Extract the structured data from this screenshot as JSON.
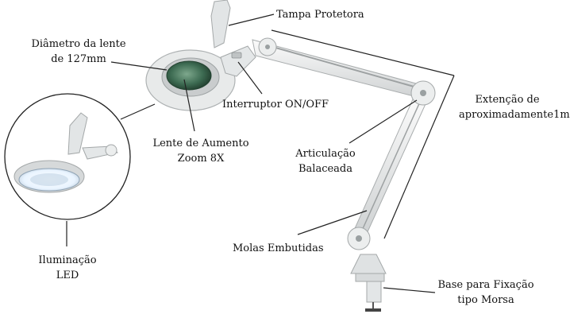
{
  "labels": {
    "tampa": {
      "lines": [
        "Tampa Protetora"
      ]
    },
    "diametro": {
      "lines": [
        "Diâmetro da lente",
        "de 127mm"
      ]
    },
    "interruptor": {
      "lines": [
        "Interruptor ON/OFF"
      ]
    },
    "lente": {
      "lines": [
        "Lente de Aumento",
        "Zoom 8X"
      ]
    },
    "extensao": {
      "lines": [
        "Extenção de",
        "aproximadamente1m"
      ]
    },
    "articulacao": {
      "lines": [
        "Articulação",
        "Balaceada"
      ]
    },
    "molas": {
      "lines": [
        "Molas Embutidas"
      ]
    },
    "iluminacao": {
      "lines": [
        "Iluminação",
        "LED"
      ]
    },
    "base": {
      "lines": [
        "Base para Fixação",
        "tipo Morsa"
      ]
    }
  },
  "colors": {
    "lamp_body": "#e8eaea",
    "lamp_shade": "#c9cccd",
    "lens": "#3d6b52",
    "led_glow": "#e9f4ff",
    "leader_line": "#222222"
  }
}
